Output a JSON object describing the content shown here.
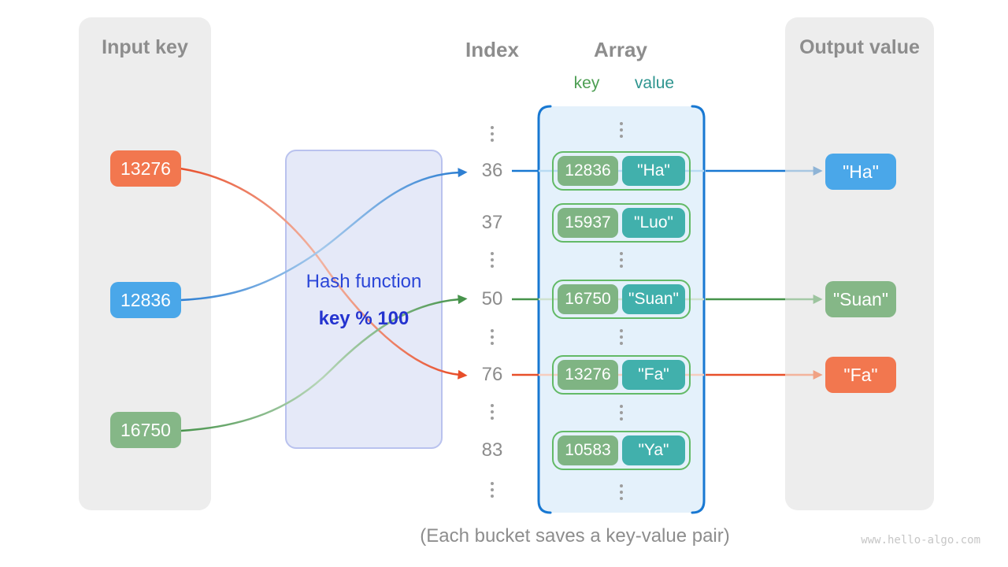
{
  "input_panel": {
    "title": "Input key",
    "keys": [
      "13276",
      "12836",
      "16750"
    ]
  },
  "hash_function": {
    "label": "Hash function",
    "formula": "key % 100"
  },
  "index_column": {
    "header": "Index",
    "indices": [
      "36",
      "37",
      "50",
      "76",
      "83"
    ]
  },
  "array_panel": {
    "header": "Array",
    "key_header": "key",
    "value_header": "value",
    "buckets": [
      {
        "key": "12836",
        "value": "\"Ha\""
      },
      {
        "key": "15937",
        "value": "\"Luo\""
      },
      {
        "key": "16750",
        "value": "\"Suan\""
      },
      {
        "key": "13276",
        "value": "\"Fa\""
      },
      {
        "key": "10583",
        "value": "\"Ya\""
      }
    ]
  },
  "output_panel": {
    "title": "Output value",
    "values": [
      "\"Ha\"",
      "\"Suan\"",
      "\"Fa\""
    ]
  },
  "caption": "(Each bucket saves a key-value pair)",
  "watermark": "www.hello-algo.com",
  "colors": {
    "orange": "#f2774f",
    "blue": "#4aa7e9",
    "green": "#85b787",
    "bucket_key_green": "#7fb483",
    "bucket_value_teal": "#41b0ac",
    "bucket_border_green": "#63ba67",
    "array_border_blue": "#1878d2",
    "array_bg": "#e4f1fb",
    "hash_box_bg": "#e5e9f8",
    "hash_text_blue": "#2b46d8",
    "panel_bg": "#ededed",
    "label_gray": "#8d8d8d",
    "curve_orange": "#e84e2a",
    "curve_blue": "#2e7fd2",
    "curve_green": "#47934b"
  }
}
